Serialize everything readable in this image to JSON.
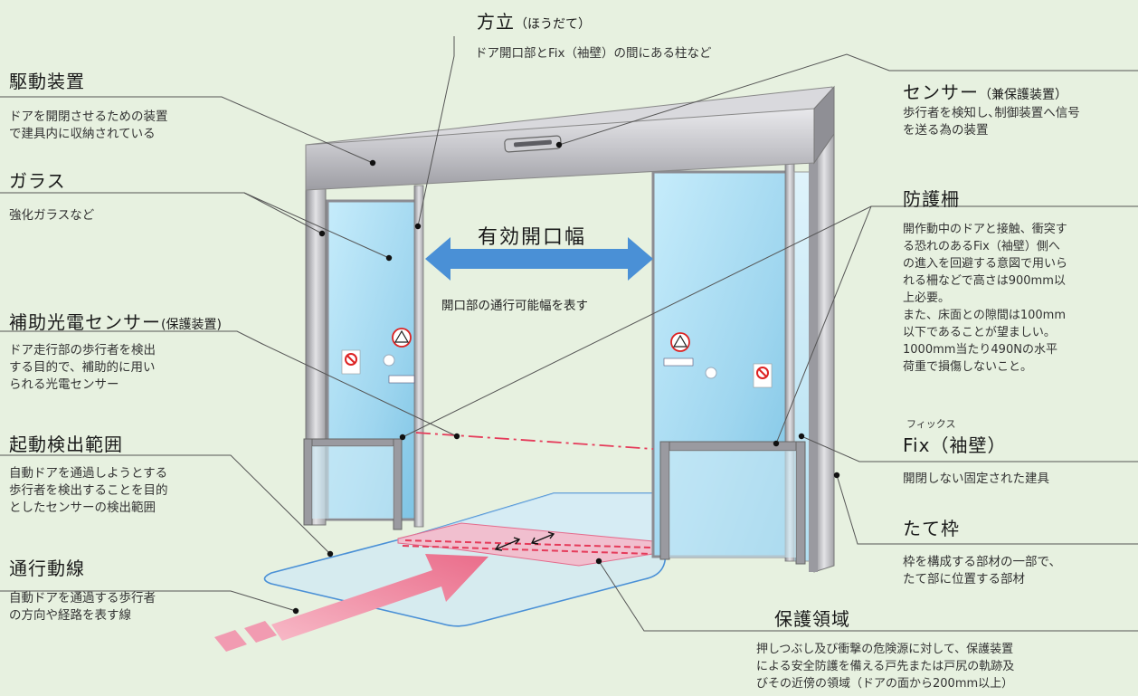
{
  "labels": {
    "houdate": {
      "title": "方立",
      "sub": "（ほうだて）",
      "desc": "ドア開口部とFix（袖壁）の間にある柱など"
    },
    "kudou": {
      "title": "駆動装置",
      "desc": [
        "ドアを開閉させるための装置",
        "で建具内に収納されている"
      ]
    },
    "glass": {
      "title": "ガラス",
      "desc": [
        "強化ガラスなど"
      ]
    },
    "hojo": {
      "title": "補助光電センサー",
      "sub": "(保護装置)",
      "desc": [
        "ドア走行部の歩行者を検出",
        "する目的で、補助的に用い",
        "られる光電センサー"
      ]
    },
    "kidou": {
      "title": "起動検出範囲",
      "desc": [
        "自動ドアを通過しようとする",
        "歩行者を検出することを目的",
        "としたセンサーの検出範囲"
      ]
    },
    "tsuukou": {
      "title": "通行動線",
      "desc": [
        "自動ドアを通過する歩行者",
        "の方向や経路を表す線"
      ]
    },
    "sensor": {
      "title": "センサー",
      "sub": "（兼保護装置）",
      "desc": [
        "歩行者を検知し､制御装置へ信号",
        "を送る為の装置"
      ]
    },
    "bougo": {
      "title": "防護柵",
      "desc": [
        "開作動中のドアと接触、衝突す",
        "る恐れのあるFix（袖壁）側へ",
        "の進入を回避する意図で用いら",
        "れる柵などで高さは900mm以",
        "上必要。",
        "また、床面との隙間は100mm",
        "以下であることが望ましい。",
        "1000mm当たり490Nの水平",
        "荷重で損傷しないこと。"
      ]
    },
    "fix": {
      "ruby": "フィックス",
      "title": "Fix（袖壁）",
      "desc": [
        "開閉しない固定された建具"
      ]
    },
    "tatewaku": {
      "title": "たて枠",
      "desc": [
        "枠を構成する部材の一部で、",
        "たて部に位置する部材"
      ]
    },
    "hogo": {
      "title": "保護領域",
      "desc": [
        "押しつぶし及び衝撃の危険源に対して、保護装置",
        "による安全防護を備える戸先または戸尻の軌跡及",
        "びその近傍の領域（ドアの面から200mm以上）"
      ]
    },
    "center": {
      "title": "有効開口幅",
      "sub": "開口部の通行可能幅を表す"
    }
  },
  "colors": {
    "background": "#e7f1e0",
    "frame": "#b9b9be",
    "glass": "#a9dcf1",
    "arrow_blue": "#4a90d6",
    "walk_arrow": "#ef8aa2",
    "protect_zone": "#f6b7c8",
    "sensor_line": "#e53b5a",
    "leader": "#555555"
  },
  "icons": [
    "no-entry-sign-icon",
    "caution-sign-icon",
    "auto-door-sticker-icon"
  ]
}
